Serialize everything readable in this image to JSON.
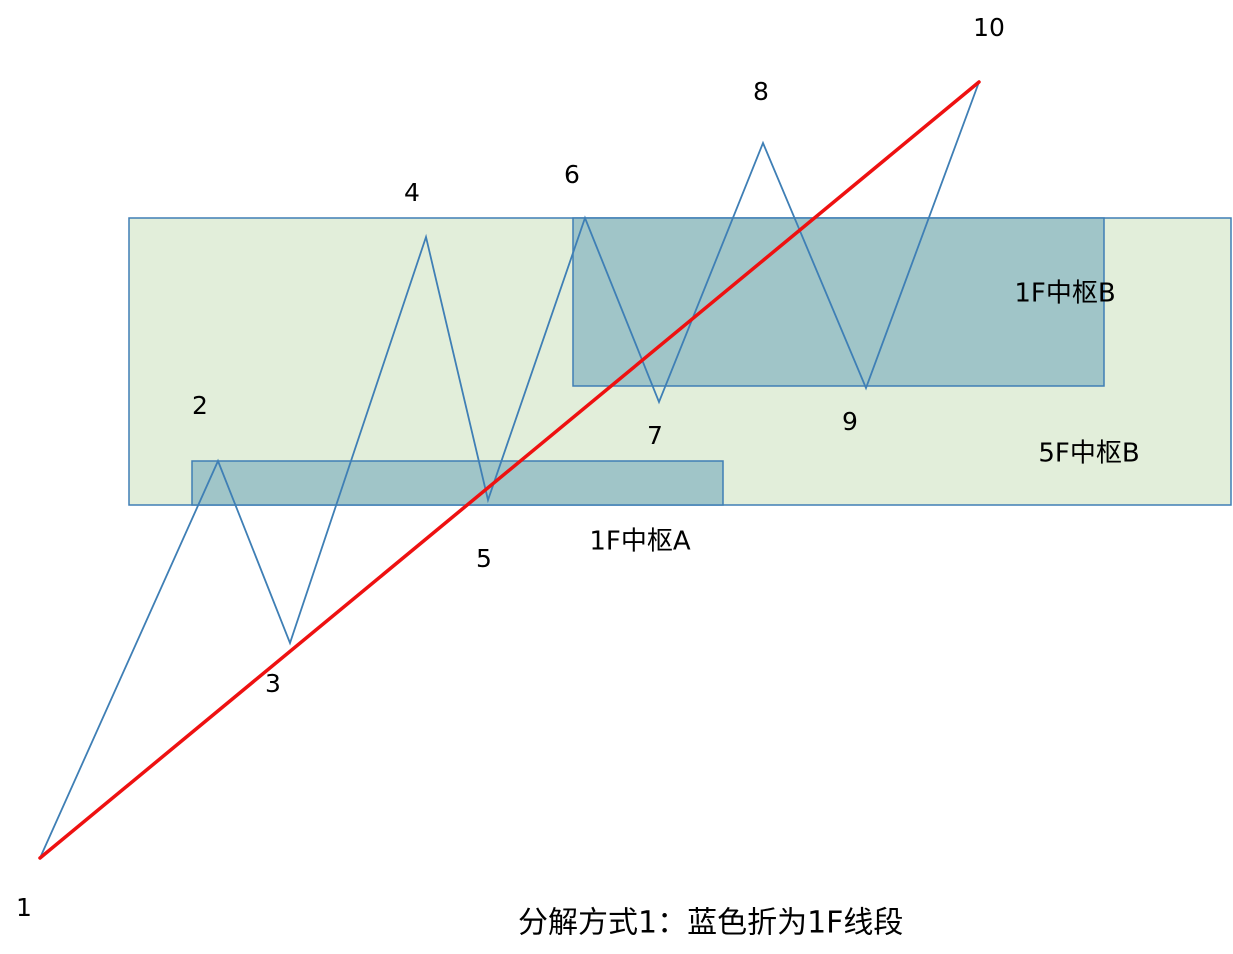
{
  "colors": {
    "outer_zone_fill": "#e2eeda",
    "inner_zone_fill": "#a0c5c8",
    "zone_stroke": "#3f7fb5",
    "zigzag_stroke": "#3f7fb5",
    "trend_line": "#ee1111"
  },
  "points": [
    {
      "label": "1"
    },
    {
      "label": "2"
    },
    {
      "label": "3"
    },
    {
      "label": "4"
    },
    {
      "label": "5"
    },
    {
      "label": "6"
    },
    {
      "label": "7"
    },
    {
      "label": "8"
    },
    {
      "label": "9"
    },
    {
      "label": "10"
    }
  ],
  "zones": {
    "outer": {
      "label": "5F中枢B"
    },
    "pivot_a": {
      "label": "1F中枢A"
    },
    "pivot_b": {
      "label": "1F中枢B"
    }
  },
  "caption": "分解方式1：蓝色折为1F线段"
}
